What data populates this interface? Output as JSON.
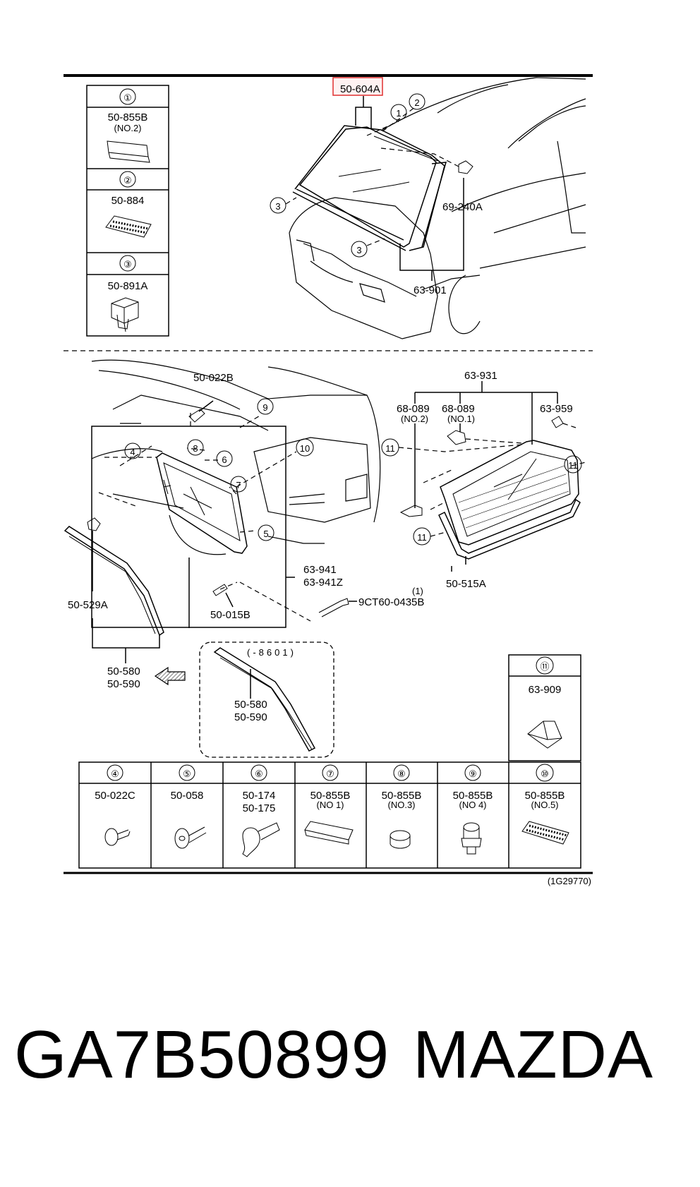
{
  "diagram": {
    "highlight_part": "50-604A",
    "top_labels": {
      "windshield_molding": "50-604A",
      "clip": "69-240A",
      "glass": "63-901"
    },
    "side_table_top": [
      {
        "num": "①",
        "part": "50-855B",
        "note": "(NO.2)"
      },
      {
        "num": "②",
        "part": "50-884",
        "note": ""
      },
      {
        "num": "③",
        "part": "50-891A",
        "note": ""
      }
    ],
    "mid_labels": {
      "screw": "50-022B",
      "pin": "50-015B",
      "quarter_glass_a": "63-941",
      "quarter_glass_b": "63-941Z",
      "bolt": "9CT60-0435B",
      "bolt_qty": "(1)",
      "molding": "50-529A",
      "finisher_a": "50-580",
      "finisher_b": "50-590",
      "range_note": "(-8601)",
      "alt_finisher_a": "50-580",
      "alt_finisher_b": "50-590"
    },
    "rear_labels": {
      "rear_glass": "63-931",
      "stopper_no2": "68-089",
      "stopper_no2_note": "(NO.2)",
      "stopper_no1": "68-089",
      "stopper_no1_note": "(NO.1)",
      "fastener": "63-959",
      "rear_molding": "50-515A"
    },
    "circle_11_box": {
      "num": "⑪",
      "part": "63-909"
    },
    "bottom_table": [
      {
        "num": "④",
        "part": "50-022C",
        "note": ""
      },
      {
        "num": "⑤",
        "part": "50-058",
        "note": ""
      },
      {
        "num": "⑥",
        "part": "50-174",
        "note": "50-175"
      },
      {
        "num": "⑦",
        "part": "50-855B",
        "note": "(NO 1)"
      },
      {
        "num": "⑧",
        "part": "50-855B",
        "note": "(NO.3)"
      },
      {
        "num": "⑨",
        "part": "50-855B",
        "note": "(NO 4)"
      },
      {
        "num": "⑩",
        "part": "50-855B",
        "note": "(NO.5)"
      }
    ],
    "ref_code": "(1G29770)"
  },
  "caption": {
    "part_number": "GA7B50899",
    "brand": "MAZDA"
  }
}
